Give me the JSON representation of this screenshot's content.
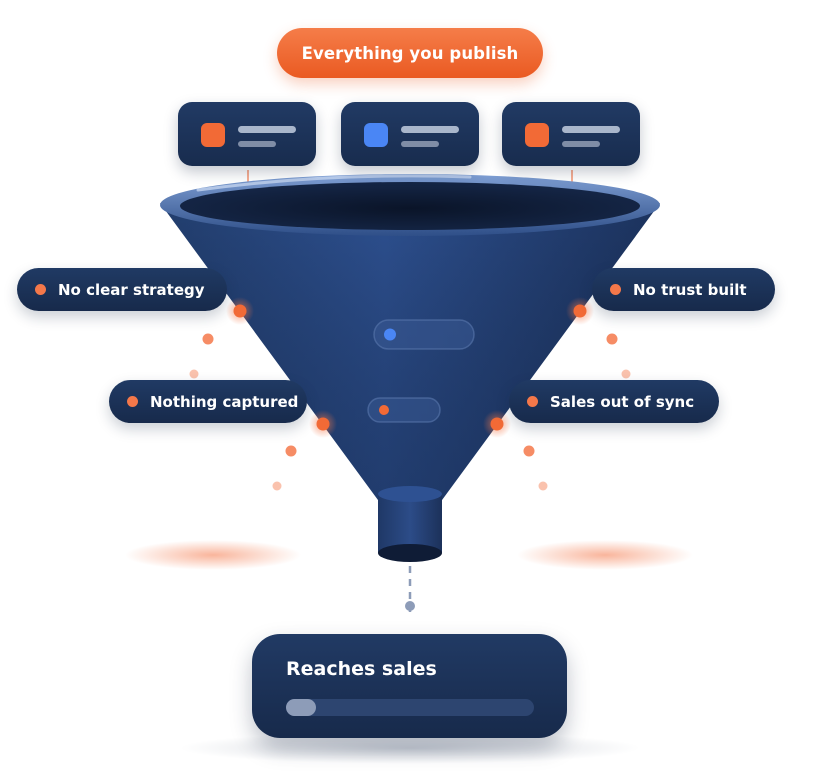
{
  "header": {
    "title": "Everything you publish"
  },
  "sources": [
    {
      "icon": "orange-square-icon",
      "color": "#f26a36"
    },
    {
      "icon": "blue-square-icon",
      "color": "#4a86f5"
    },
    {
      "icon": "orange-square-icon",
      "color": "#f26a36"
    }
  ],
  "issues": {
    "no_clear_strategy": "No clear strategy",
    "no_trust_built": "No trust built",
    "nothing_captured": "Nothing captured",
    "sales_out_of_sync": "Sales out of sync"
  },
  "result": {
    "title": "Reaches sales",
    "progress_fraction": 0.12
  },
  "colors": {
    "accent_orange": "#f26a36",
    "navy": "#1b3157",
    "funnel_blue": "#2a4a82",
    "indicator_blue": "#4a86f5"
  }
}
